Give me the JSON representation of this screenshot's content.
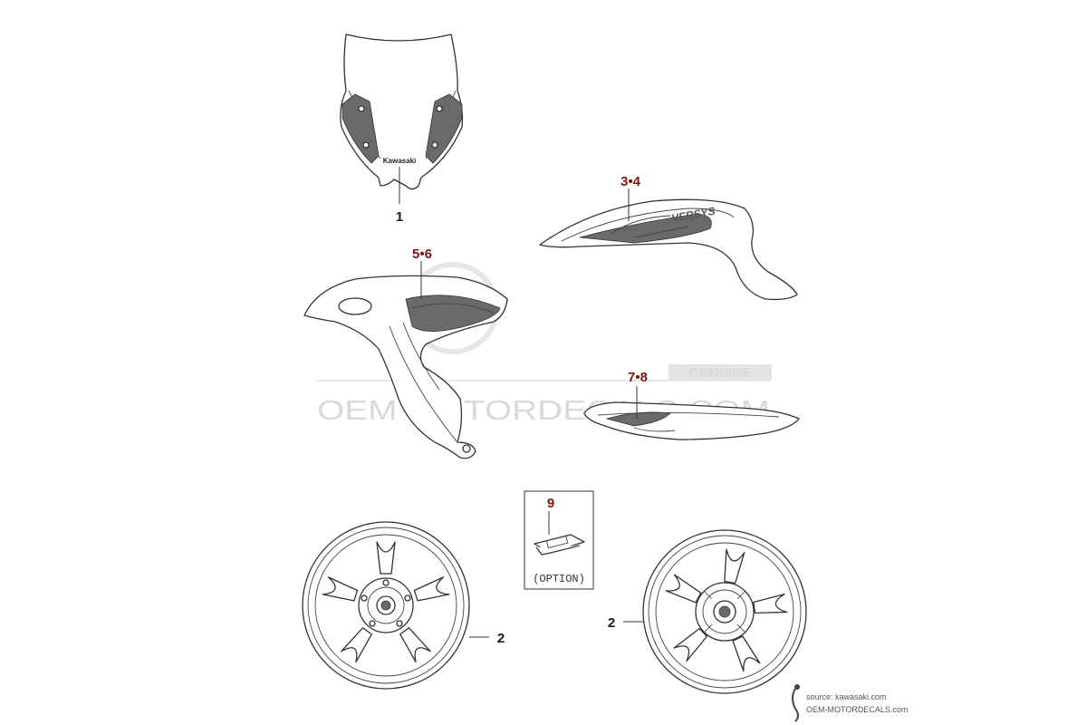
{
  "callouts": {
    "windscreen": "1",
    "tank_cover": "3•4",
    "side_fairing": "5•6",
    "tail_piece": "7•8",
    "rear_wheel": "2",
    "front_wheel": "2",
    "option_part": "9"
  },
  "decal_text": {
    "windscreen_brand": "Kawasaki"
  },
  "option_box": {
    "label": "(OPTION)"
  },
  "watermark": {
    "brand": "OEM MOTORDECALS.COM",
    "genuine": "GENUINE"
  },
  "source_credit": {
    "source": "source: kawasaki.com",
    "site": "OEM-MOTORDECALS.com"
  },
  "colors": {
    "callout_red": "#7a1a12",
    "callout_black": "#1a1a1a",
    "watermark": "#d9d9d9"
  }
}
